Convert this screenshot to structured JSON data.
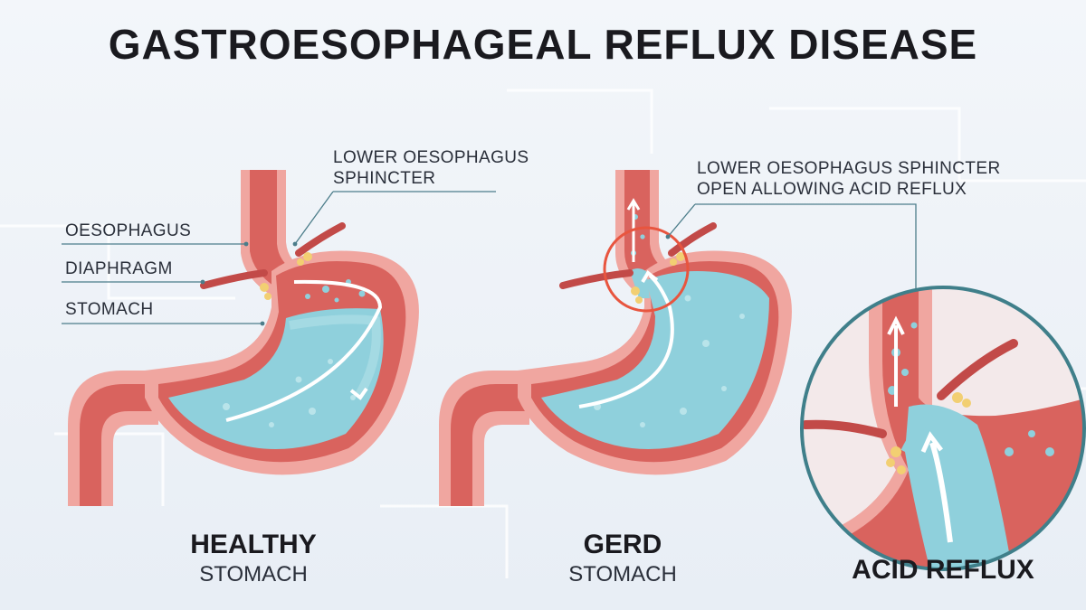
{
  "title": "GASTROESOPHAGEAL REFLUX DISEASE",
  "labels": {
    "sphincter_line1": "LOWER OESOPHAGUS",
    "sphincter_line2": "SPHINCTER",
    "oesophagus": "OESOPHAGUS",
    "diaphragm": "DIAPHRAGM",
    "stomach": "STOMACH",
    "gerd_line1": "LOWER OESOPHAGUS SPHINCTER",
    "gerd_line2": "OPEN ALLOWING ACID REFLUX"
  },
  "captions": {
    "healthy_bold": "HEALTHY",
    "healthy_light": "STOMACH",
    "gerd_bold": "GERD",
    "gerd_light": "STOMACH",
    "reflux": "ACID REFLUX"
  },
  "colors": {
    "muscle": "#d9635e",
    "muscle_dark": "#c24a48",
    "outer_lining": "#f0a6a0",
    "acid": "#8fd0dc",
    "acid_light": "#b9e4ea",
    "fat": "#f2cf72",
    "circle_red": "#e8553f",
    "circle_teal": "#3f7f8a",
    "leader": "#4c7d8a"
  }
}
